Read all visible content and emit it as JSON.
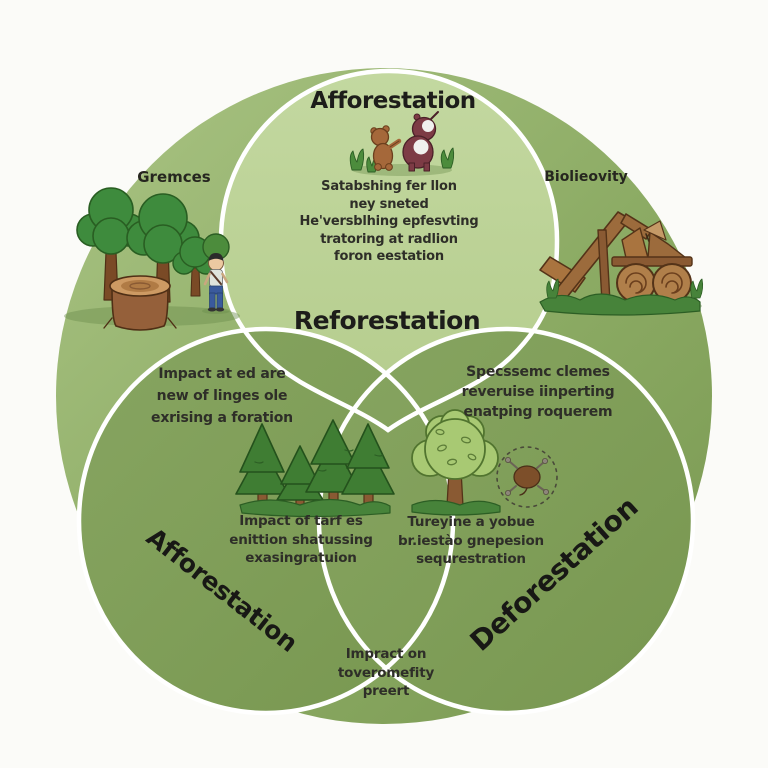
{
  "colors": {
    "background": "#fbfbf8",
    "outer_circle_light": "#aac484",
    "outer_circle_dark": "#789750",
    "top_circle_fill": "#bdd399",
    "side_circle_fill": "#7f9e58",
    "circle_border": "#ffffff",
    "title_text": "#1d1d1a",
    "body_text": "#2e2e28"
  },
  "labels": {
    "outer_left": "Gremces",
    "outer_right": "Biolieovity",
    "bottom_left_rotated": "Afforestation",
    "bottom_right_rotated": "Deforestation"
  },
  "top_circle": {
    "title": "Afforestation",
    "lines": {
      "0": "Satabshing fer llon",
      "1": "ney sneted",
      "2": "He'versblhing epfesvting",
      "3": "tratoring at radlion",
      "4": "foron eestation"
    }
  },
  "center": {
    "title": "Reforestation"
  },
  "left_circle": {
    "upper_lines": {
      "0": "Impact at ed are",
      "1": "new of linges ole",
      "2": "exrising a foration"
    },
    "lower_lines": {
      "0": "Impact of tarf es",
      "1": "enittion shatussing",
      "2": "exasingratuion"
    }
  },
  "right_circle": {
    "upper_lines": {
      "0": "Specssemc clemes",
      "1": "reveruise iinperting",
      "2": "enatping roquerem"
    },
    "lower_lines": {
      "0": "Tureyine a yobue",
      "1": "br.iestào gnepesion",
      "2": "sequrestration"
    }
  },
  "bottom_text": {
    "lines": {
      "0": "Impract on",
      "1": "toveromefity",
      "2": "preert"
    }
  },
  "icons": {
    "left_scene": "trees-stump-person-illustration",
    "right_scene": "log-crane-illustration",
    "top_scene": "forest-animals-illustration",
    "bottom_left_scene": "pine-trees-illustration",
    "bottom_right_scene": "tree-and-seed-illustration"
  }
}
